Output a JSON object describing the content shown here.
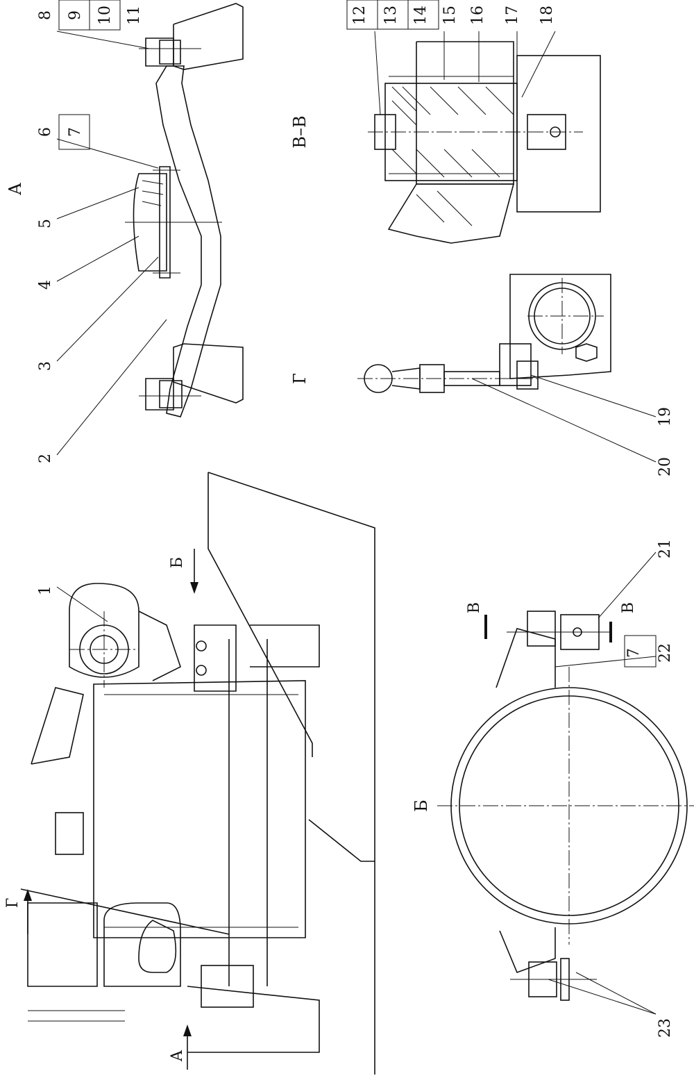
{
  "views": {
    "view_a": "А",
    "view_b": "Б",
    "view_v": "В–В",
    "view_g": "Г",
    "arrow_a": "А",
    "arrow_b": "Б",
    "arrow_g": "Г",
    "cut_v_top": "В",
    "cut_v_bottom": "В"
  },
  "callouts": {
    "p1": "1",
    "p2": "2",
    "p3": "3",
    "p4": "4",
    "p5": "5",
    "p6": "6",
    "p7a": "7",
    "p7b": "7",
    "p8": "8",
    "p9": "9",
    "p10": "10",
    "p11": "11",
    "p12": "12",
    "p13": "13",
    "p14": "14",
    "p15": "15",
    "p16": "16",
    "p17": "17",
    "p18": "18",
    "p19": "19",
    "p20": "20",
    "p21": "21",
    "p22": "22",
    "p23": "23"
  }
}
